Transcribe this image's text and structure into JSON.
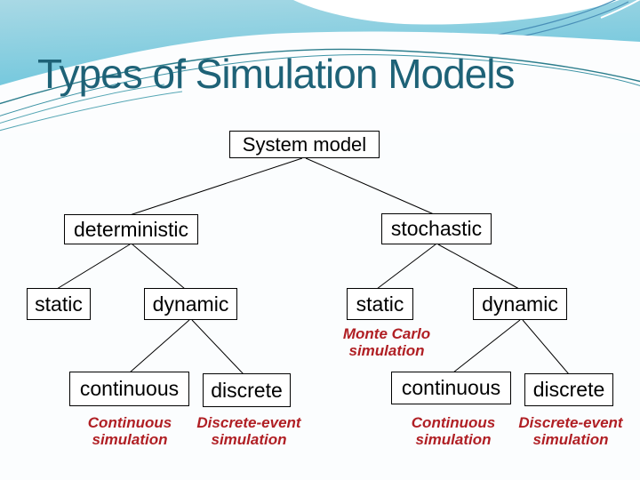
{
  "slide_title": "Types of Simulation Models",
  "tree": {
    "root": {
      "label": "System model"
    },
    "level1": [
      {
        "label": "deterministic"
      },
      {
        "label": "stochastic"
      }
    ],
    "level2": [
      {
        "label": "static"
      },
      {
        "label": "dynamic"
      },
      {
        "label": "static"
      },
      {
        "label": "dynamic"
      }
    ],
    "level3": [
      {
        "label": "continuous"
      },
      {
        "label": "discrete"
      },
      {
        "label": "continuous"
      },
      {
        "label": "discrete"
      }
    ],
    "edges": [
      [
        "System model",
        "deterministic"
      ],
      [
        "System model",
        "stochastic"
      ],
      [
        "deterministic",
        "static"
      ],
      [
        "deterministic",
        "dynamic"
      ],
      [
        "dynamic(deterministic)",
        "continuous"
      ],
      [
        "dynamic(deterministic)",
        "discrete"
      ],
      [
        "stochastic",
        "static"
      ],
      [
        "stochastic",
        "dynamic"
      ],
      [
        "dynamic(stochastic)",
        "continuous"
      ],
      [
        "dynamic(stochastic)",
        "discrete"
      ]
    ]
  },
  "annotations": [
    {
      "label": "Monte Carlo simulation"
    },
    {
      "label": "Continuous simulation"
    },
    {
      "label": "Discrete-event simulation"
    },
    {
      "label": "Continuous simulation"
    },
    {
      "label": "Discrete-event simulation"
    }
  ],
  "colors": {
    "title": "#1e6277",
    "annotation_red": "#b01f24",
    "node_border": "#000000",
    "node_background": "#ffffff",
    "wave_blue_light": "#a9d9e5",
    "wave_blue_deep": "#55bdd4",
    "accent_teal": "#2c7d8c"
  }
}
